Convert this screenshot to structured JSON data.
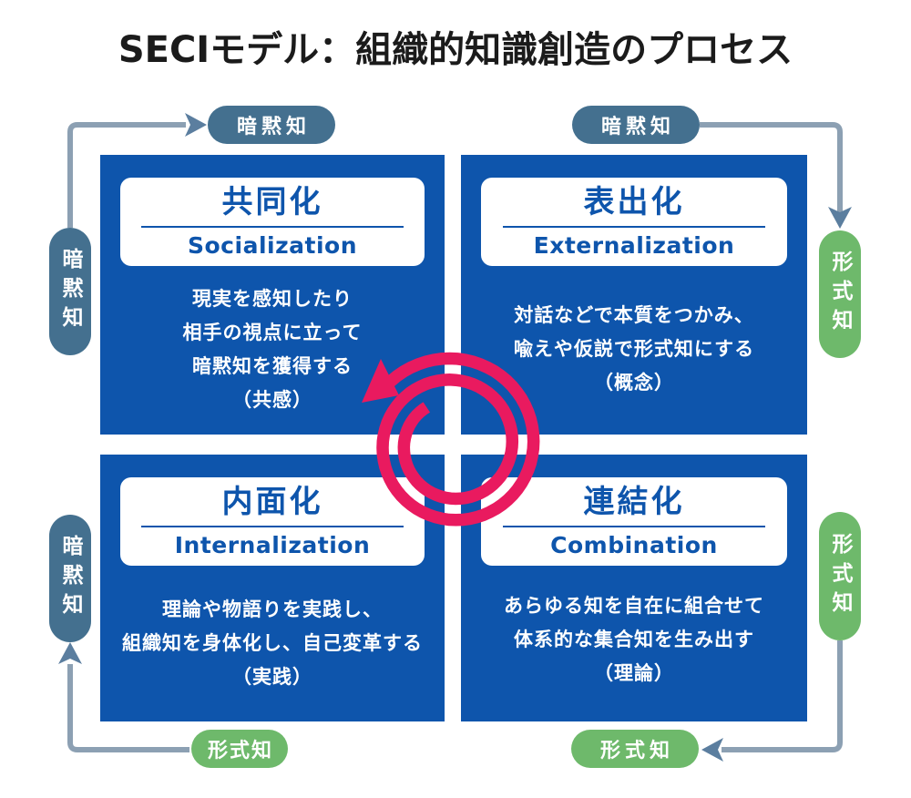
{
  "title": "SECIモデル：組織的知識創造のプロセス",
  "quadrants": [
    {
      "id": "socialization",
      "jp_title": "共同化",
      "en_title": "Socialization",
      "body_lines": [
        "現実を感知したり",
        "相手の視点に立って",
        "暗黙知を獲得する",
        "（共感）"
      ]
    },
    {
      "id": "externalization",
      "jp_title": "表出化",
      "en_title": "Externalization",
      "body_lines": [
        "対話などで本質をつかみ、",
        "喩えや仮説で形式知にする",
        "（概念）"
      ]
    },
    {
      "id": "internalization",
      "jp_title": "内面化",
      "en_title": "Internalization",
      "body_lines": [
        "理論や物語りを実践し、",
        "組織知を身体化し、自己変革する",
        "（実践）"
      ]
    },
    {
      "id": "combination",
      "jp_title": "連結化",
      "en_title": "Combination",
      "body_lines": [
        "あらゆる知を自在に組合せて",
        "体系的な集合知を生み出す",
        "（理論）"
      ]
    }
  ],
  "edge_labels": {
    "top_left": "暗黙知",
    "top_right": "暗黙知",
    "side_left_top": "暗黙知",
    "side_left_bottom": "暗黙知",
    "side_right_top": "形式知",
    "side_right_bottom": "形式知",
    "bottom_left": "形式知",
    "bottom_right": "形式知"
  },
  "colors": {
    "quadrant_blue": "#0e55ac",
    "tacit_pill": "#44708f",
    "explicit_pill": "#6eb96b",
    "connector_gray": "#8ca0b3",
    "spiral_pink": "#e91a5f"
  }
}
